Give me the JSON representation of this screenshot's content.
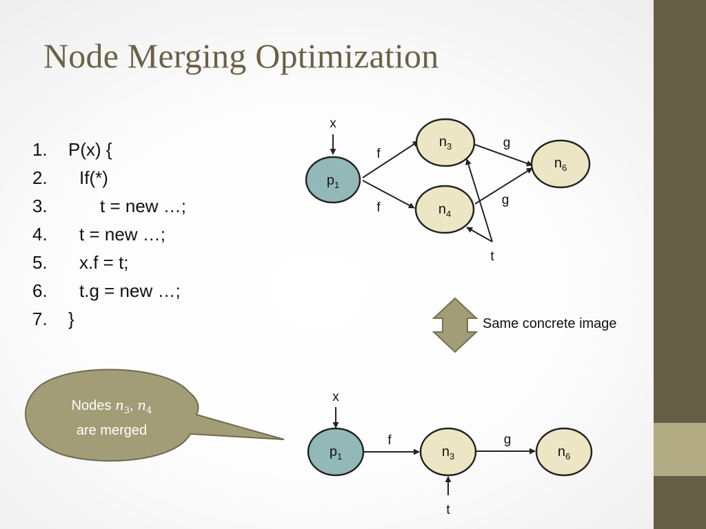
{
  "slide": {
    "title": "Node Merging Optimization"
  },
  "code": {
    "lines": [
      {
        "num": "1.",
        "text": "P(x) {"
      },
      {
        "num": "2.",
        "text": "If(*)"
      },
      {
        "num": "3.",
        "text": "t = new …;"
      },
      {
        "num": "4.",
        "text": "t = new …;"
      },
      {
        "num": "5.",
        "text": "x.f = t;"
      },
      {
        "num": "6.",
        "text": "t.g = new …;"
      },
      {
        "num": "7.",
        "text": "}"
      }
    ]
  },
  "top_graph": {
    "nodes": {
      "p1": {
        "base": "p",
        "sub": "1"
      },
      "n3": {
        "base": "n",
        "sub": "3"
      },
      "n4": {
        "base": "n",
        "sub": "4"
      },
      "n6": {
        "base": "n",
        "sub": "6"
      }
    },
    "labels": {
      "x": "x",
      "t": "t",
      "f_upper": "f",
      "f_lower": "f",
      "g_upper": "g",
      "g_lower": "g"
    }
  },
  "bottom_graph": {
    "nodes": {
      "p1": {
        "base": "p",
        "sub": "1"
      },
      "n3": {
        "base": "n",
        "sub": "3"
      },
      "n6": {
        "base": "n",
        "sub": "6"
      }
    },
    "labels": {
      "x": "x",
      "t": "t",
      "f": "f",
      "g": "g"
    }
  },
  "equivalence": {
    "label": "Same concrete image"
  },
  "callout": {
    "prefix": "Nodes ",
    "var1_base": "n",
    "var1_sub": "3",
    "sep": ",",
    "var2_base": "n",
    "var2_sub": "4",
    "line2": "are merged"
  },
  "colors": {
    "sidebar": "#675e48",
    "sidebar_accent": "#b3ac85",
    "title": "#6b6148",
    "node_p": "#93b8b8",
    "node_n": "#ede6c4",
    "callout": "#a29d76",
    "double_arrow": "#a29d76"
  }
}
